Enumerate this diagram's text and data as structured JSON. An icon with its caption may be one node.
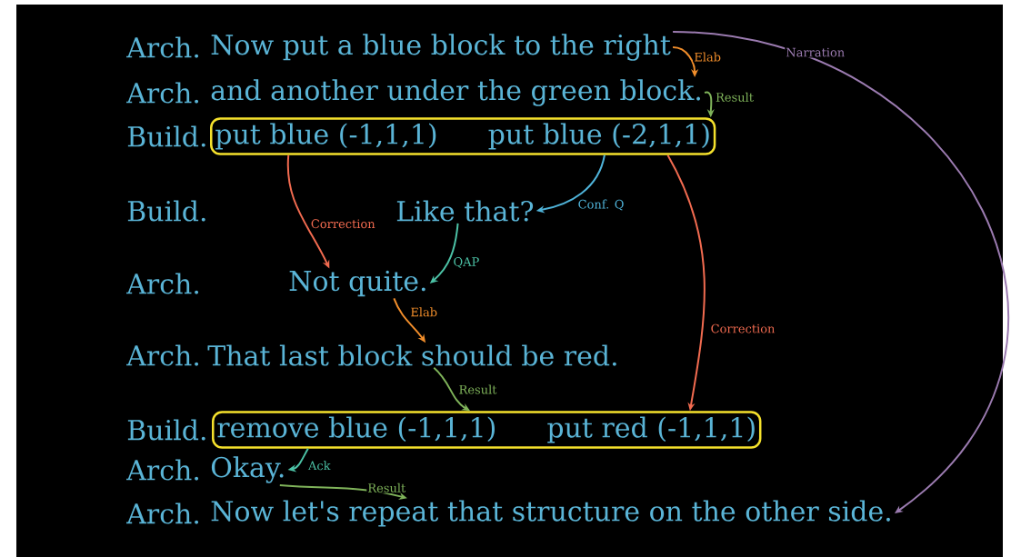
{
  "diagram": {
    "nodes": [
      {
        "text": [
          "Now put a blue block to the right"
        ]
      },
      {
        "text": [
          "and another under the green block."
        ]
      },
      {
        "text": [
          "put blue (-1,1,1)",
          "put blue (-2,1,1)"
        ]
      },
      {
        "text": [
          "Like that?"
        ]
      },
      {
        "text": [
          "Not quite."
        ]
      },
      {
        "text": [
          "That last block should be red."
        ]
      },
      {
        "text": [
          "remove blue (-1,1,1)",
          "put red (-1,1,1)"
        ]
      },
      {
        "text": [
          "Okay."
        ]
      },
      {
        "text": [
          "Now let's repeat that structure on the other side."
        ]
      }
    ],
    "edges": [
      {
        "from": 0,
        "to": 1,
        "arrow": "to",
        "label": "Elab",
        "color": "#f28e2b"
      },
      {
        "from": 1,
        "to": 2,
        "arrow": "to",
        "label": "Result",
        "color": "#7fb35a"
      },
      {
        "from": 2,
        "to": 3,
        "arrow": "to",
        "label": "Conf. Q",
        "color": "#4fb3d9"
      },
      {
        "from": 2,
        "to": 4,
        "arrow": "to",
        "label": "Correction",
        "color": "#f26b50"
      },
      {
        "from": 3,
        "to": 4,
        "arrow": "to",
        "label": "QAP",
        "color": "#4cc2a6"
      },
      {
        "from": 4,
        "to": 5,
        "arrow": "to",
        "label": "Elab",
        "color": "#f28e2b"
      },
      {
        "from": 5,
        "to": 6,
        "arrow": "to",
        "label": "Result",
        "color": "#7fb35a"
      },
      {
        "from": 2,
        "to": 6,
        "arrow": "to",
        "label": "Correction",
        "color": "#f26b50"
      },
      {
        "from": 6,
        "to": 7,
        "arrow": "to",
        "label": "Ack",
        "color": "#4cc2a6"
      },
      {
        "from": 7,
        "to": 8,
        "arrow": "to",
        "label": "Result",
        "color": "#7fb35a"
      },
      {
        "from": 0,
        "to": 8,
        "arrow": "to",
        "label": "Narration",
        "color": "#9b7bb0"
      }
    ],
    "labels": [
      "Arch.",
      "Arch.",
      "Build.",
      "Build.",
      "Arch.",
      "Arch.",
      "Build.",
      "Arch.",
      "Arch."
    ]
  }
}
